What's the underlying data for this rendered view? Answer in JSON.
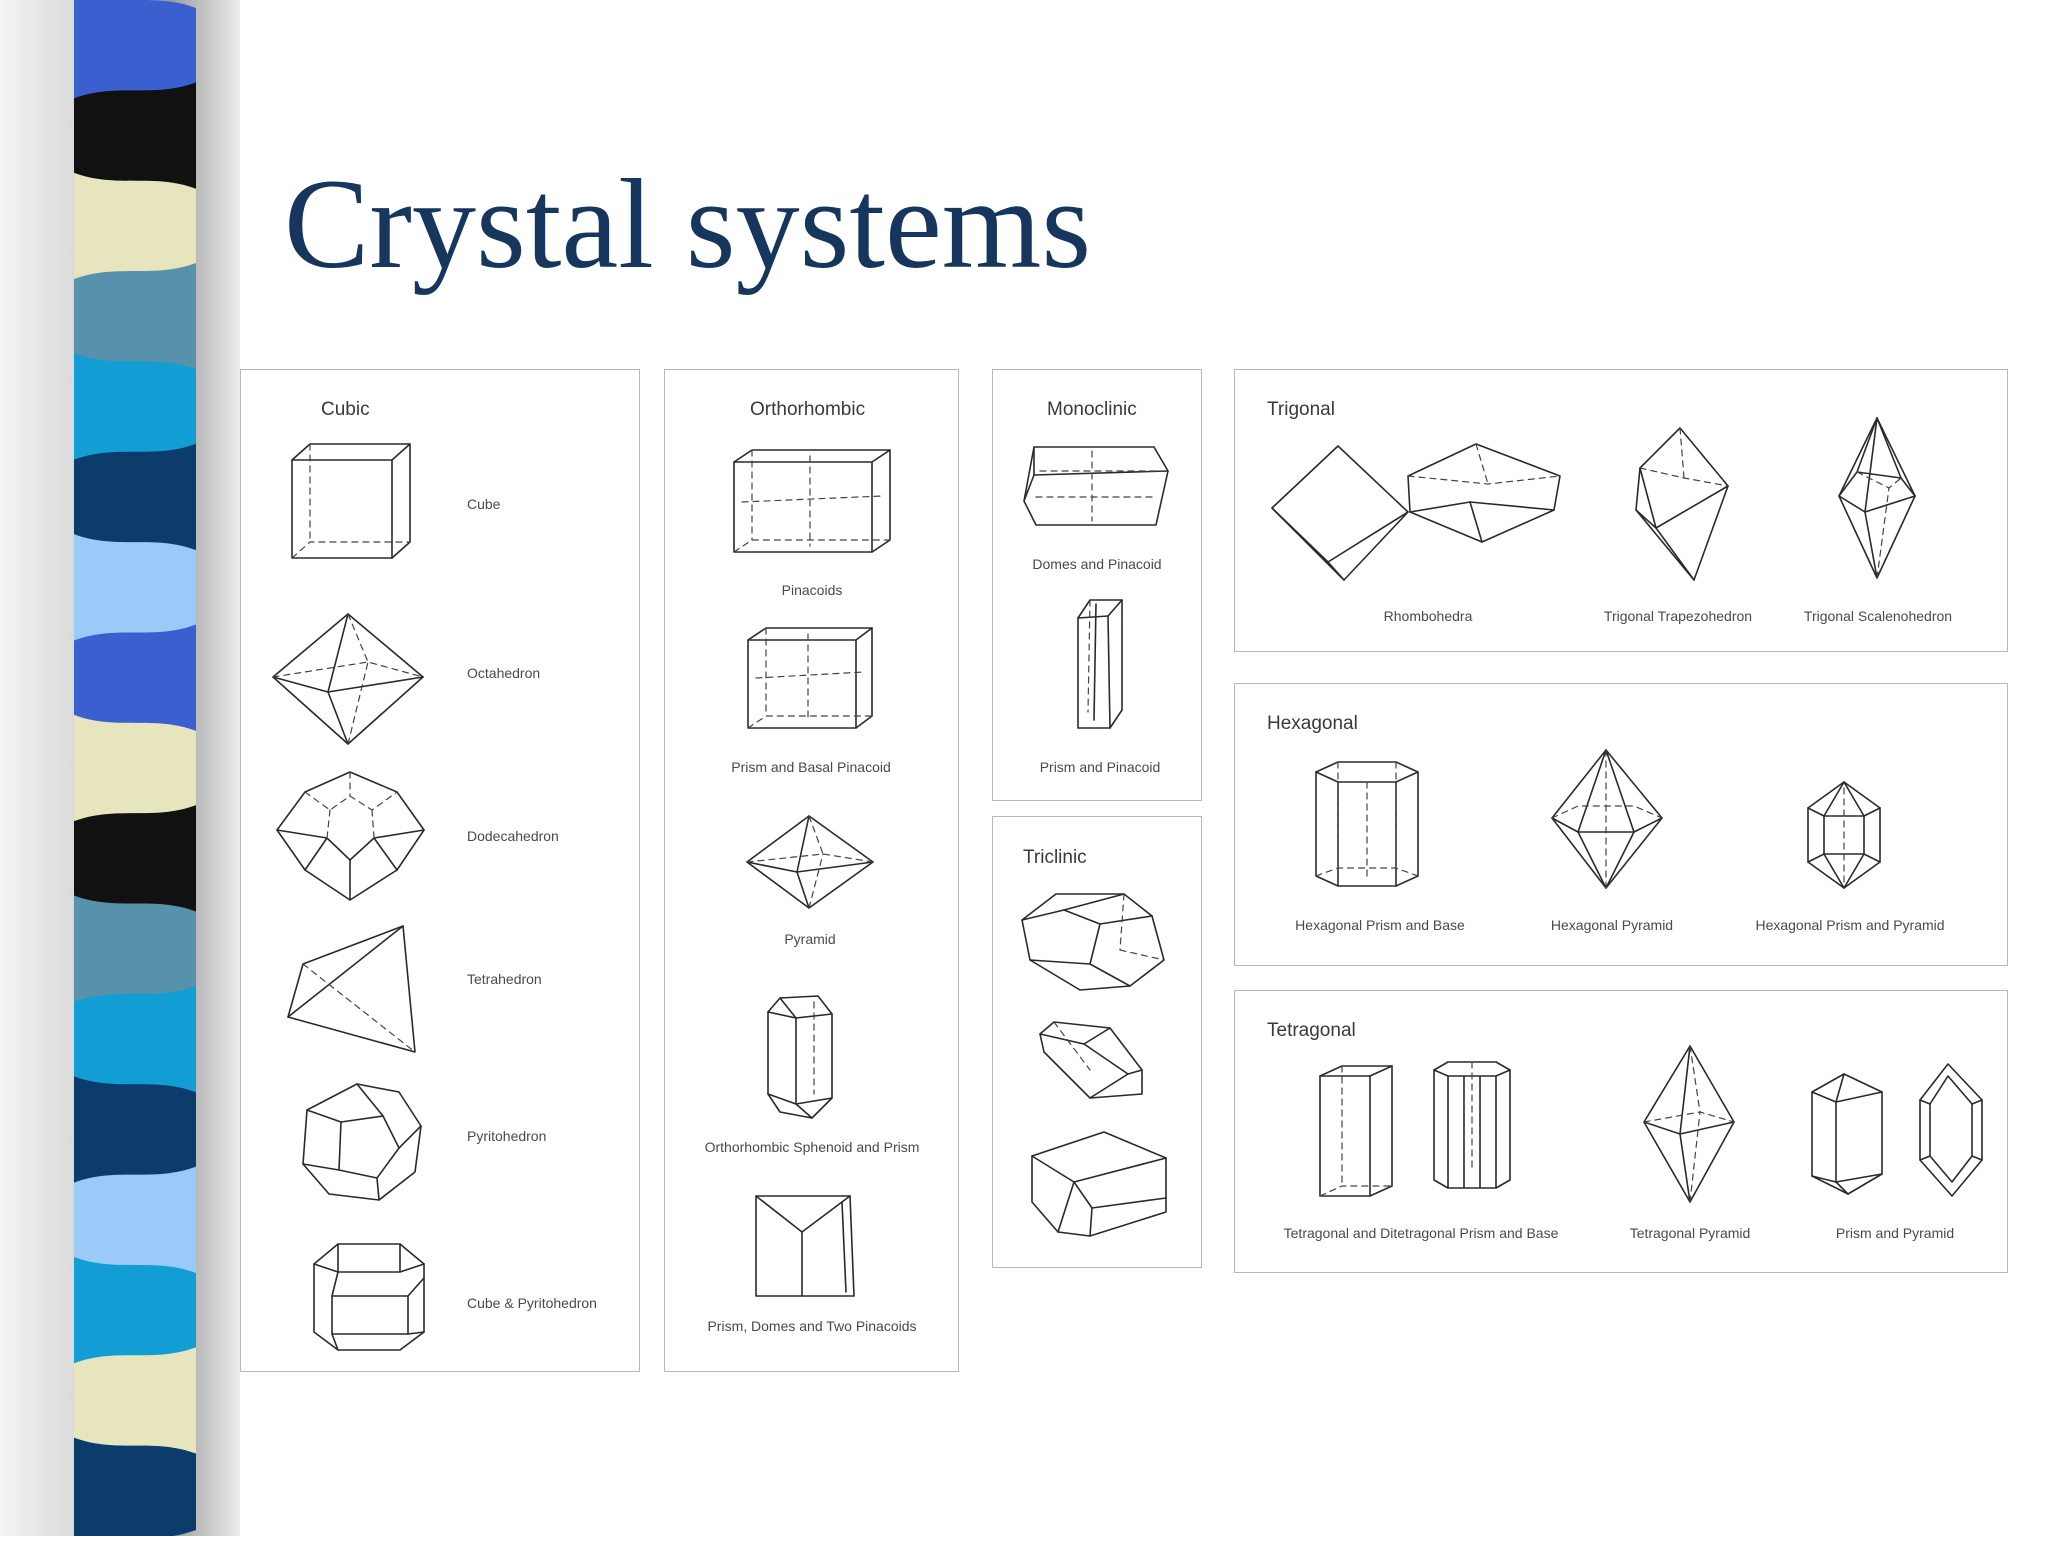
{
  "slide": {
    "title": "Crystal systems",
    "stripe_colors": [
      "#3b5fcf",
      "#111111",
      "#e6e5bd",
      "#5891ab",
      "#129ed4",
      "#0b3c6c",
      "#9ccaf8",
      "#3b5fcf",
      "#e6e5bd",
      "#111111",
      "#5891ab",
      "#129ed4",
      "#0b3c6c",
      "#9ccaf8",
      "#129ed4",
      "#e6e5bd",
      "#0b3c6c"
    ]
  },
  "panels": {
    "cubic": {
      "title": "Cubic",
      "items": [
        "Cube",
        "Octahedron",
        "Dodecahedron",
        "Tetrahedron",
        "Pyritohedron",
        "Cube & Pyritohedron"
      ]
    },
    "orthorhombic": {
      "title": "Orthorhombic",
      "items": [
        "Pinacoids",
        "Prism and Basal Pinacoid",
        "Pyramid",
        "Orthorhombic Sphenoid and Prism",
        "Prism, Domes and Two Pinacoids"
      ]
    },
    "monoclinic": {
      "title": "Monoclinic",
      "items": [
        "Domes and Pinacoid",
        "Prism and Pinacoid"
      ]
    },
    "triclinic": {
      "title": "Triclinic"
    },
    "trigonal": {
      "title": "Trigonal",
      "items": [
        "Rhombohedra",
        "Trigonal Trapezohedron",
        "Trigonal Scalenohedron"
      ]
    },
    "hexagonal": {
      "title": "Hexagonal",
      "items": [
        "Hexagonal Prism and Base",
        "Hexagonal Pyramid",
        "Hexagonal Prism and Pyramid"
      ]
    },
    "tetragonal": {
      "title": "Tetragonal",
      "items": [
        "Tetragonal and Ditetragonal Prism and Base",
        "Tetragonal Pyramid",
        "Prism and Pyramid"
      ]
    }
  }
}
